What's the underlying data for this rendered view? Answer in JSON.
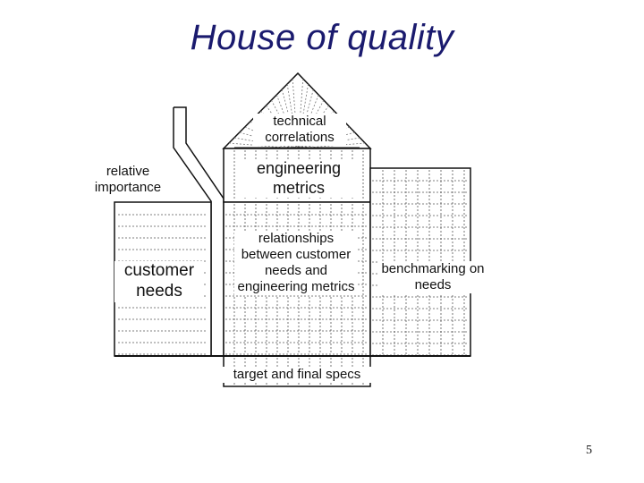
{
  "title": "House of quality",
  "labels": {
    "technical_correlations": "technical correlations",
    "relative_importance": "relative importance",
    "engineering_metrics": "engineering metrics",
    "customer_needs": "customer needs",
    "relationships": "relationships between customer needs and engineering metrics",
    "benchmarking": "benchmarking on needs",
    "target_specs": "target and final specs"
  },
  "page_number": "5",
  "colors": {
    "title": "#1a1a6e",
    "lines": "#111111",
    "grid": "#555555"
  }
}
